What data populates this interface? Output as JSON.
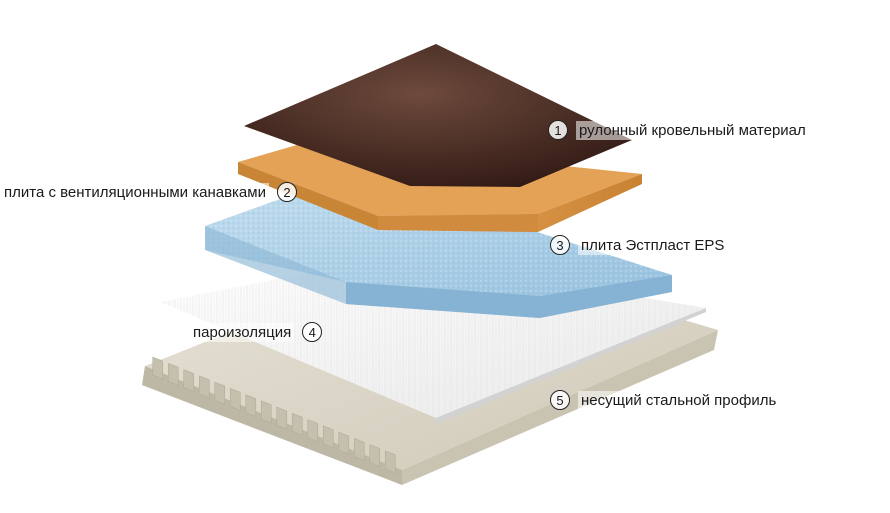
{
  "layers": [
    {
      "number": "1",
      "label": "рулонный кровельный материал"
    },
    {
      "number": "2",
      "label": "плита с вентиляционными канавками"
    },
    {
      "number": "3",
      "label": "плита Эстпласт EPS"
    },
    {
      "number": "4",
      "label": "пароизоляция"
    },
    {
      "number": "5",
      "label": "несущий стальной профиль"
    }
  ],
  "colors": {
    "roofing": "#4a2a22",
    "ventilated_board": "#d4903c",
    "eps_board": "#a9cfe6",
    "vapor_barrier": "#f2f2f2",
    "steel_profile": "#d7d2c3"
  }
}
